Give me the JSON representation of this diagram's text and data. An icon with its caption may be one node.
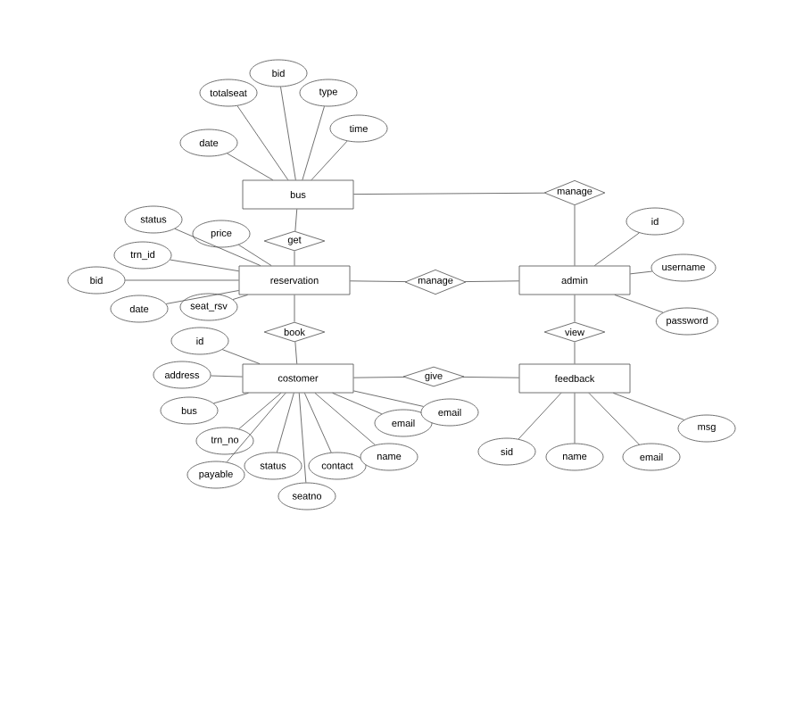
{
  "diagram": {
    "nodes": [
      {
        "text": [
          "bus"
        ]
      },
      {
        "text": [
          "reservation"
        ]
      },
      {
        "text": [
          "costomer"
        ]
      },
      {
        "text": [
          "admin"
        ]
      },
      {
        "text": [
          "feedback"
        ]
      },
      {
        "text": [
          "get"
        ]
      },
      {
        "text": [
          "book"
        ]
      },
      {
        "text": [
          "manage"
        ]
      },
      {
        "text": [
          "manage"
        ]
      },
      {
        "text": [
          "view"
        ]
      },
      {
        "text": [
          "give"
        ]
      },
      {
        "text": [
          "bid"
        ]
      },
      {
        "text": [
          "totalseat"
        ]
      },
      {
        "text": [
          "type"
        ]
      },
      {
        "text": [
          "time"
        ]
      },
      {
        "text": [
          "date"
        ]
      },
      {
        "text": [
          "status"
        ]
      },
      {
        "text": [
          "price"
        ]
      },
      {
        "text": [
          "trn_id"
        ]
      },
      {
        "text": [
          "bid"
        ]
      },
      {
        "text": [
          "date"
        ]
      },
      {
        "text": [
          "seat_rsv"
        ]
      },
      {
        "text": [
          "id"
        ]
      },
      {
        "text": [
          "address"
        ]
      },
      {
        "text": [
          "bus"
        ]
      },
      {
        "text": [
          "trn_no"
        ]
      },
      {
        "text": [
          "payable"
        ]
      },
      {
        "text": [
          "status"
        ]
      },
      {
        "text": [
          "seatno"
        ]
      },
      {
        "text": [
          "contact"
        ]
      },
      {
        "text": [
          "name"
        ]
      },
      {
        "text": [
          "email"
        ]
      },
      {
        "text": [
          "email"
        ]
      },
      {
        "text": [
          "id"
        ]
      },
      {
        "text": [
          "username"
        ]
      },
      {
        "text": [
          "password"
        ]
      },
      {
        "text": [
          "sid"
        ]
      },
      {
        "text": [
          "name"
        ]
      },
      {
        "text": [
          "email"
        ]
      },
      {
        "text": [
          "msg"
        ]
      }
    ],
    "edges": [
      {
        "from": 0,
        "to": 5,
        "arrow": "none"
      },
      {
        "from": 5,
        "to": 1,
        "arrow": "none"
      },
      {
        "from": 1,
        "to": 6,
        "arrow": "none"
      },
      {
        "from": 6,
        "to": 2,
        "arrow": "none"
      },
      {
        "from": 1,
        "to": 7,
        "arrow": "none"
      },
      {
        "from": 7,
        "to": 3,
        "arrow": "none"
      },
      {
        "from": 0,
        "to": 8,
        "arrow": "none"
      },
      {
        "from": 8,
        "to": 3,
        "arrow": "none"
      },
      {
        "from": 3,
        "to": 9,
        "arrow": "none"
      },
      {
        "from": 9,
        "to": 4,
        "arrow": "none"
      },
      {
        "from": 2,
        "to": 10,
        "arrow": "none"
      },
      {
        "from": 10,
        "to": 4,
        "arrow": "none"
      },
      {
        "from": 0,
        "to": 11,
        "arrow": "none"
      },
      {
        "from": 0,
        "to": 12,
        "arrow": "none"
      },
      {
        "from": 0,
        "to": 13,
        "arrow": "none"
      },
      {
        "from": 0,
        "to": 14,
        "arrow": "none"
      },
      {
        "from": 0,
        "to": 15,
        "arrow": "none"
      },
      {
        "from": 1,
        "to": 16,
        "arrow": "none"
      },
      {
        "from": 1,
        "to": 17,
        "arrow": "none"
      },
      {
        "from": 1,
        "to": 18,
        "arrow": "none"
      },
      {
        "from": 1,
        "to": 19,
        "arrow": "none"
      },
      {
        "from": 1,
        "to": 20,
        "arrow": "none"
      },
      {
        "from": 1,
        "to": 21,
        "arrow": "none"
      },
      {
        "from": 2,
        "to": 22,
        "arrow": "none"
      },
      {
        "from": 2,
        "to": 23,
        "arrow": "none"
      },
      {
        "from": 2,
        "to": 24,
        "arrow": "none"
      },
      {
        "from": 2,
        "to": 25,
        "arrow": "none"
      },
      {
        "from": 2,
        "to": 26,
        "arrow": "none"
      },
      {
        "from": 2,
        "to": 27,
        "arrow": "none"
      },
      {
        "from": 2,
        "to": 28,
        "arrow": "none"
      },
      {
        "from": 2,
        "to": 29,
        "arrow": "none"
      },
      {
        "from": 2,
        "to": 30,
        "arrow": "none"
      },
      {
        "from": 2,
        "to": 31,
        "arrow": "none"
      },
      {
        "from": 2,
        "to": 32,
        "arrow": "none"
      },
      {
        "from": 3,
        "to": 33,
        "arrow": "none"
      },
      {
        "from": 3,
        "to": 34,
        "arrow": "none"
      },
      {
        "from": 3,
        "to": 35,
        "arrow": "none"
      },
      {
        "from": 4,
        "to": 36,
        "arrow": "none"
      },
      {
        "from": 4,
        "to": 37,
        "arrow": "none"
      },
      {
        "from": 4,
        "to": 38,
        "arrow": "none"
      },
      {
        "from": 4,
        "to": 39,
        "arrow": "none"
      }
    ]
  }
}
